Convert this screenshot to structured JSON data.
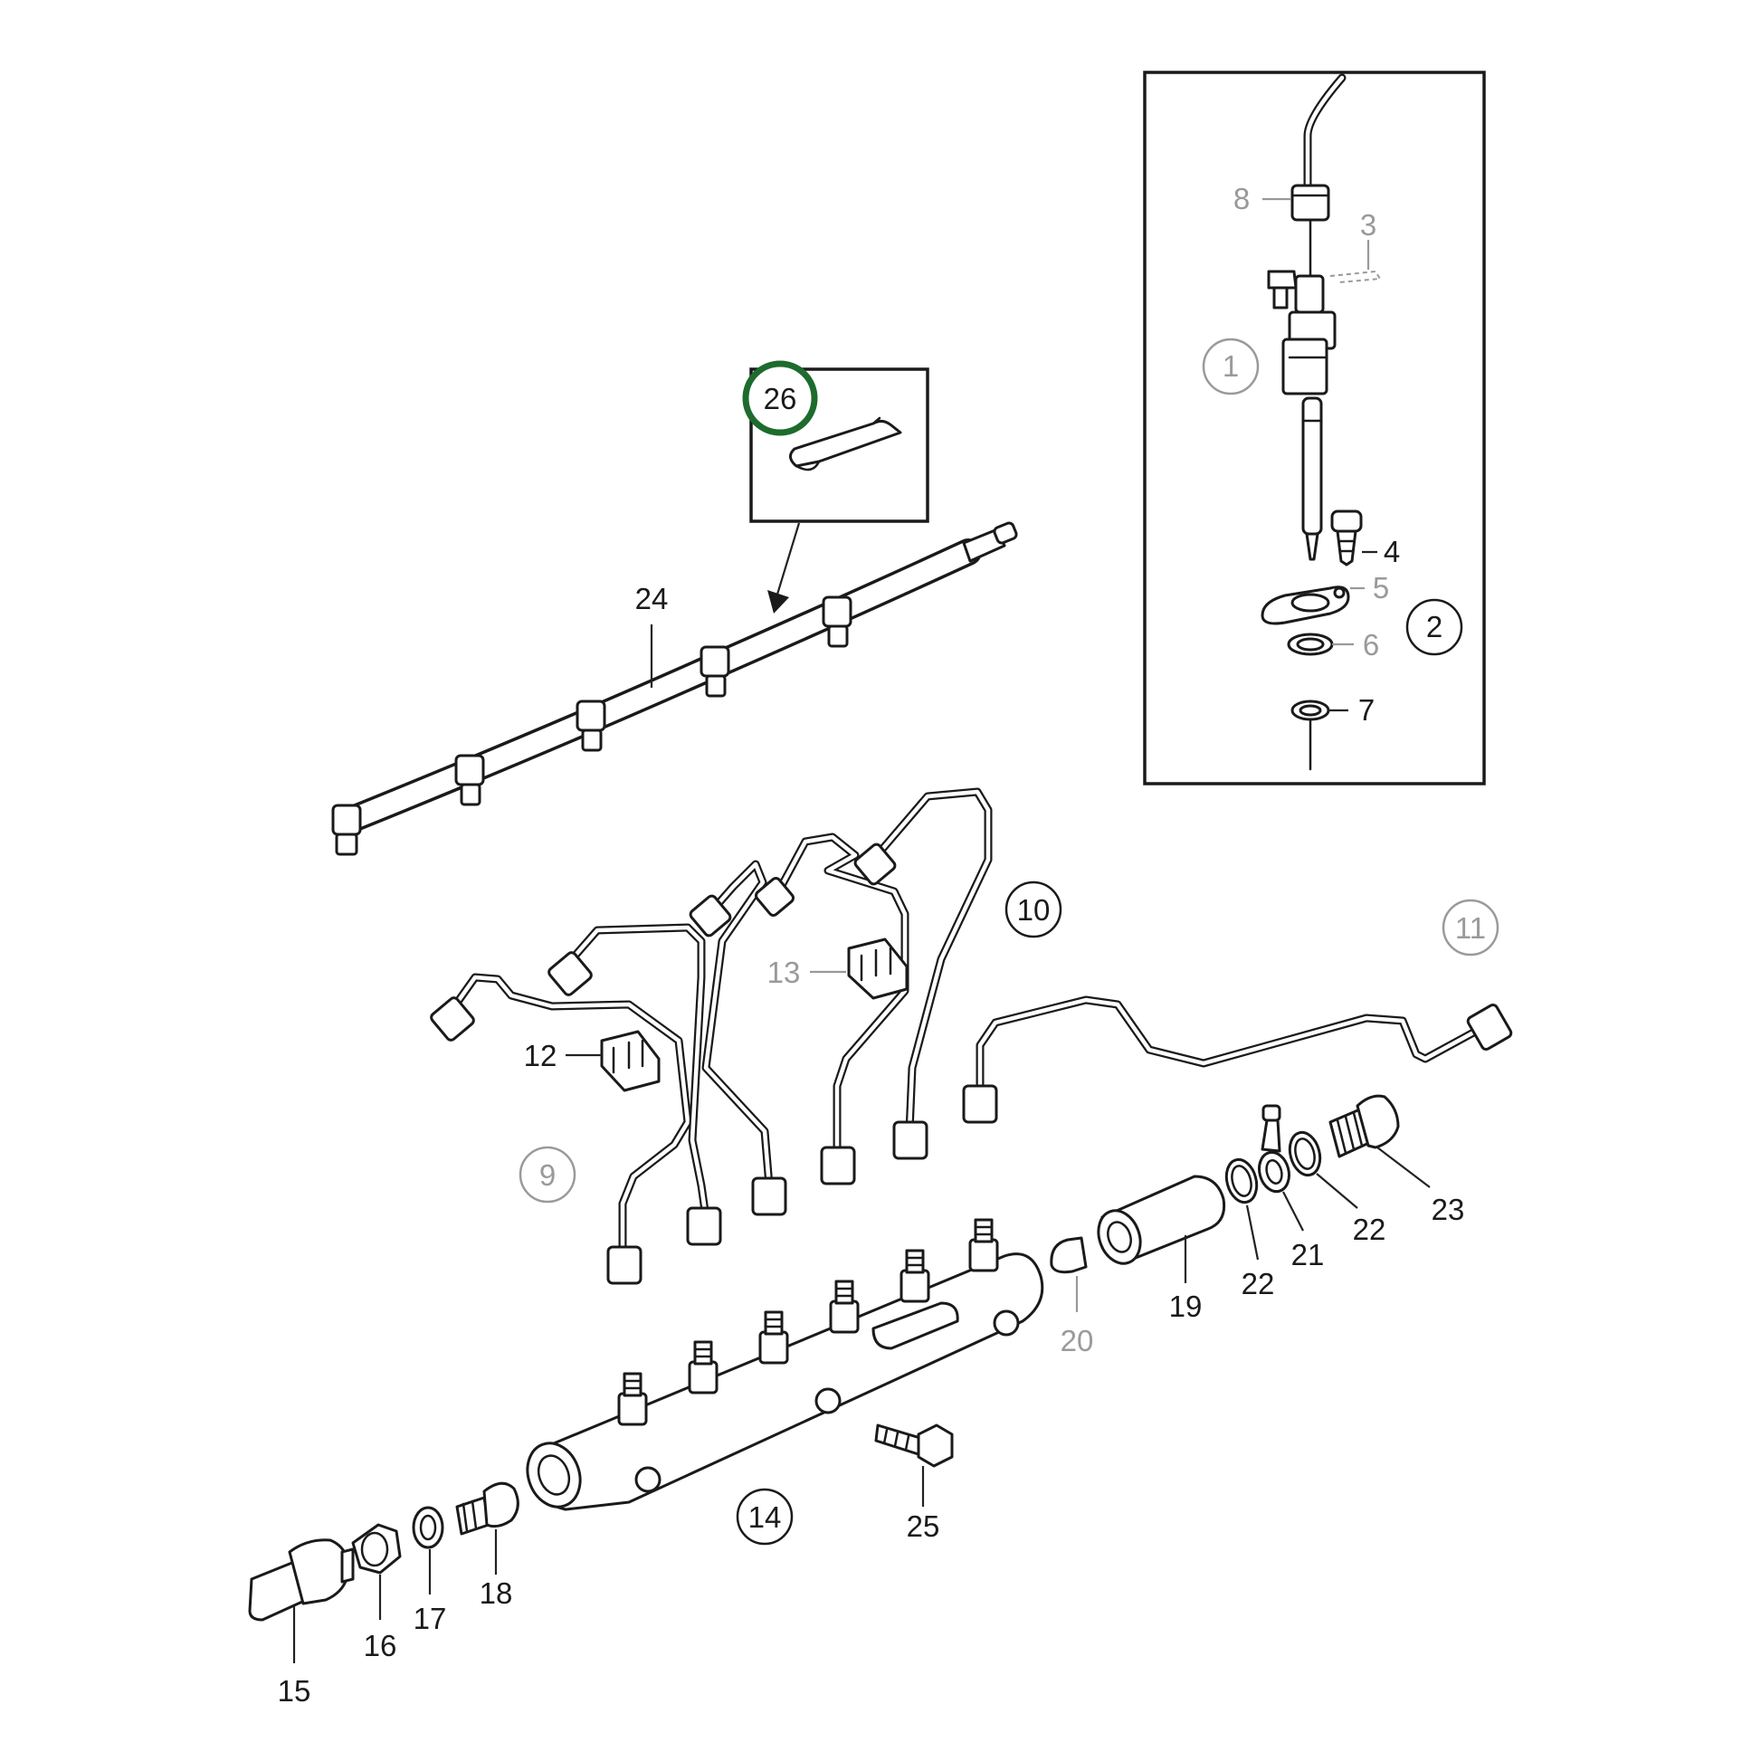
{
  "callouts": {
    "c1": "1",
    "c2": "2",
    "c3": "3",
    "c4": "4",
    "c5": "5",
    "c6": "6",
    "c7": "7",
    "c8": "8",
    "c9": "9",
    "c10": "10",
    "c11": "11",
    "c12": "12",
    "c13": "13",
    "c14": "14",
    "c15": "15",
    "c16": "16",
    "c17": "17",
    "c18": "18",
    "c19": "19",
    "c20": "20",
    "c21": "21",
    "c22a": "22",
    "c22b": "22",
    "c23": "23",
    "c24": "24",
    "c25": "25",
    "c26": "26"
  },
  "colors": {
    "line": "#1a1a1a",
    "muted_label": "#9a9a9a",
    "highlight_ring": "#1e6b2e"
  }
}
